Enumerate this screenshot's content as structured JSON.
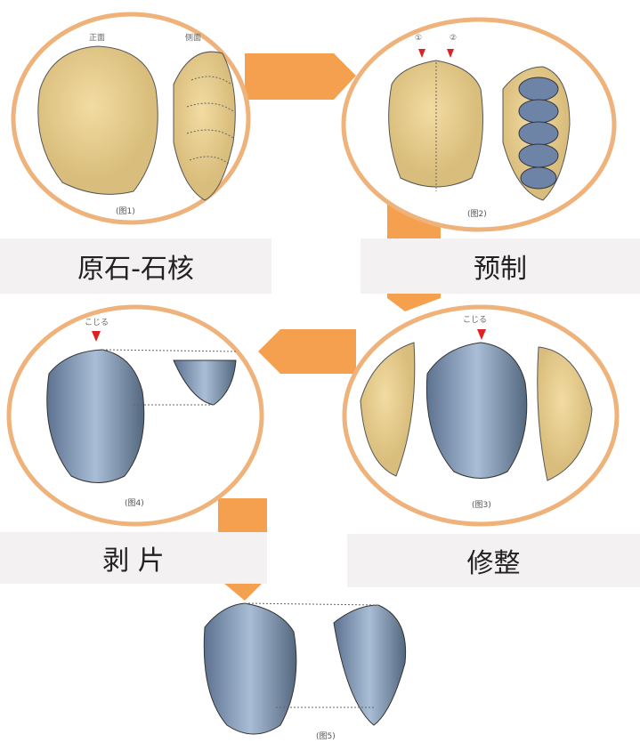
{
  "colors": {
    "arrow": "#f5a04f",
    "circle": "#eeb27a",
    "raw": "#e6cf92",
    "stone": "#7f93ad"
  },
  "steps": [
    {
      "label": "原石-石核",
      "figure": "(图1)",
      "views": [
        "正面",
        "侧面"
      ]
    },
    {
      "label": "预制",
      "figure": "(图2)",
      "marks": [
        "①",
        "②"
      ]
    },
    {
      "label": "修整",
      "figure": "(图3)",
      "mark": "こじる"
    },
    {
      "label": "剥 片",
      "figure": "(图4)",
      "mark": "こじる"
    },
    {
      "figure": "(图5)"
    }
  ]
}
